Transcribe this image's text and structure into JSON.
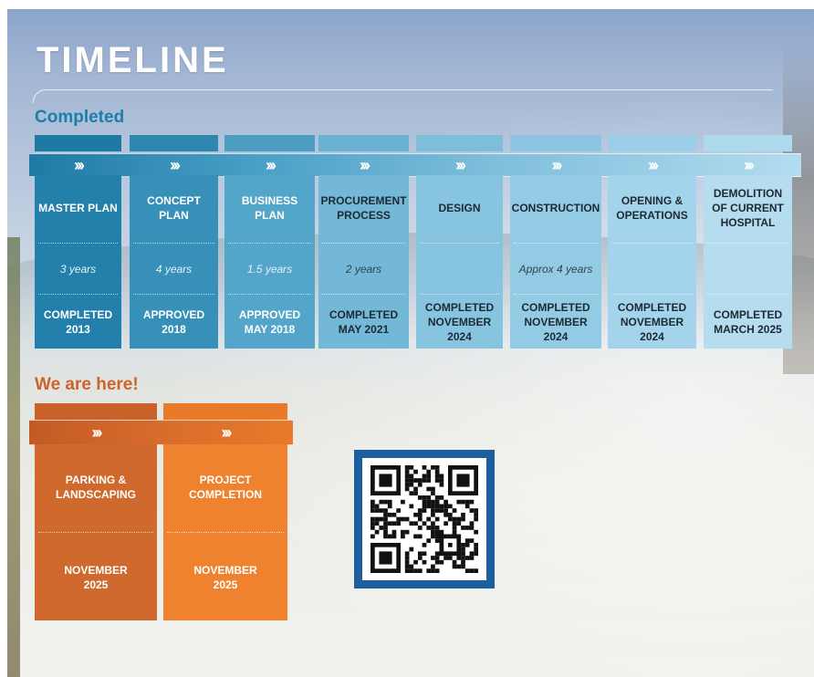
{
  "title": "TIMELINE",
  "completed": {
    "heading": "Completed",
    "arrow": "›››",
    "stages": [
      {
        "name": "MASTER PLAN",
        "duration": "3 years",
        "status": "COMPLETED 2013",
        "bg": "#2280aa",
        "tab": "#1f7aa3",
        "dark": true
      },
      {
        "name": "CONCEPT PLAN",
        "duration": "4 years",
        "status": "APPROVED 2018",
        "bg": "#3690b8",
        "tab": "#2f87b0",
        "dark": true
      },
      {
        "name": "BUSINESS PLAN",
        "duration": "1.5 years",
        "status": "APPROVED MAY 2018",
        "bg": "#53a5c9",
        "tab": "#4c9dc1",
        "dark": true
      },
      {
        "name": "PROCUREMENT PROCESS",
        "duration": "2 years",
        "status": "COMPLETED MAY 2021",
        "bg": "#73b8d7",
        "tab": "#6bb1d1",
        "dark": false
      },
      {
        "name": "DESIGN",
        "duration": "",
        "status": "COMPLETED NOVEMBER 2024",
        "bg": "#86c4e0",
        "tab": "#7fbedb",
        "dark": false
      },
      {
        "name": "CONSTRUCTION",
        "duration": "Approx 4 years",
        "status": "COMPLETED NOVEMBER 2024",
        "bg": "#93cae4",
        "tab": "#8cc5e1",
        "dark": false
      },
      {
        "name": "OPENING & OPERATIONS",
        "duration": "",
        "status": "COMPLETED NOVEMBER 2024",
        "bg": "#a3d4ec",
        "tab": "#9bcfe8",
        "dark": false
      },
      {
        "name": "DEMOLITION OF CURRENT HOSPITAL",
        "duration": "",
        "status": "COMPLETED MARCH 2025",
        "bg": "#b5dcef",
        "tab": "#addaed",
        "dark": false
      }
    ]
  },
  "current": {
    "heading": "We are here!",
    "arrow": "›››",
    "stages": [
      {
        "name": "PARKING & LANDSCAPING",
        "status": "NOVEMBER 2025",
        "bg": "#d0692d",
        "tab": "#c9612a"
      },
      {
        "name": "PROJECT COMPLETION",
        "status": "NOVEMBER 2025",
        "bg": "#ee822e",
        "tab": "#e87a2a"
      }
    ]
  },
  "qr": {
    "frame_color": "#1d5f9e"
  }
}
